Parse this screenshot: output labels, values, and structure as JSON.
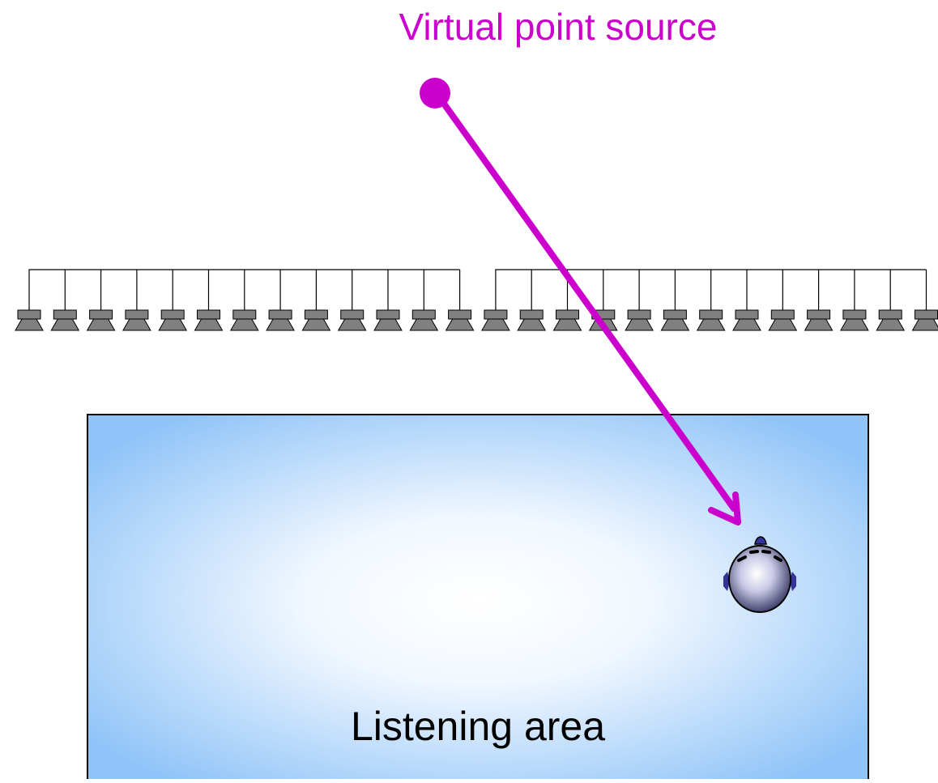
{
  "diagram": {
    "source_label": "Virtual point source",
    "area_label": "Listening area",
    "colors": {
      "source": "#cc00cc",
      "arrow": "#cc00cc",
      "area_edge": "#90c4f8",
      "area_center": "#ffffff",
      "area_border": "#000000",
      "speaker_fill": "#808080",
      "speaker_stroke": "#000000",
      "wire": "#000000",
      "listener_ear": "#33339a"
    },
    "icons": {
      "source": "point-source-dot",
      "speaker": "loudspeaker-icon",
      "listener": "listener-head-icon"
    },
    "loudspeaker_array": {
      "groups": 2,
      "speakers_per_group": 13
    }
  }
}
